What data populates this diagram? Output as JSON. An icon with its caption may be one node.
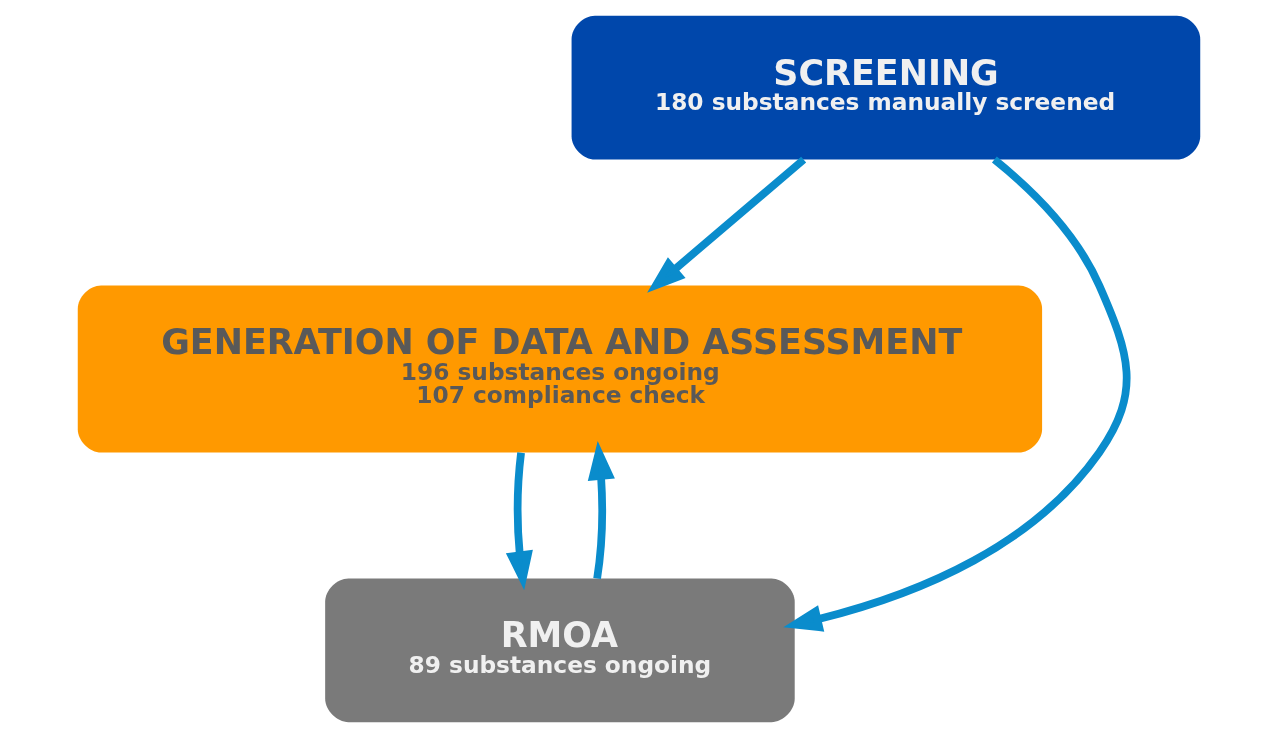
{
  "diagram": {
    "nodes": [
      {
        "text": [
          "SCREENING",
          "180 substances manually screened"
        ]
      },
      {
        "text": [
          "GENERATION OF DATA AND ASSESSMENT",
          "196 substances ongoing",
          "107 compliance check"
        ]
      },
      {
        "text": [
          "RMOA",
          "89 substances ongoing"
        ]
      }
    ],
    "edges": [
      {
        "from": 0,
        "to": 1,
        "arrow": "to"
      },
      {
        "from": 0,
        "to": 2,
        "arrow": "to"
      },
      {
        "from": 1,
        "to": 2,
        "arrow": "to"
      },
      {
        "from": 2,
        "to": 1,
        "arrow": "to"
      }
    ]
  }
}
